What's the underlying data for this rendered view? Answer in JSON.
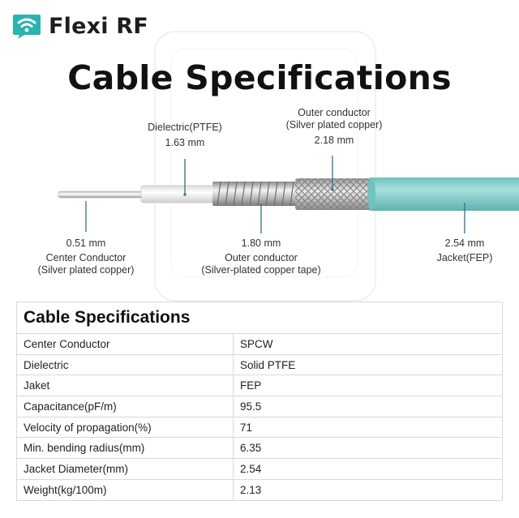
{
  "brand": {
    "name": "Flexi RF",
    "accent_color": "#2ab3b0",
    "icon": "wifi-signal-icon"
  },
  "title": "Cable Specifications",
  "cable_labels": {
    "dielectric": {
      "line1": "Dielectric(PTFE)",
      "line2": "1.63 mm"
    },
    "outer_braid": {
      "line1": "Outer conductor",
      "line2": "(Silver plated copper)",
      "line3": "2.18 mm"
    },
    "center": {
      "line1": "0.51 mm",
      "line2": "Center Conductor",
      "line3": "(Silver plated copper)"
    },
    "outer_tape": {
      "line1": "1.80 mm",
      "line2": "Outer conductor",
      "line3": "(Silver-plated copper tape)"
    },
    "jacket": {
      "line1": "2.54 mm",
      "line2": "Jacket(FEP)"
    }
  },
  "jacket_color": "#7fcfcb",
  "table": {
    "heading": "Cable Specifications",
    "rows": [
      {
        "key": "Center Conductor",
        "value": "SPCW"
      },
      {
        "key": "Dielectric",
        "value": "Solid PTFE"
      },
      {
        "key": "Jaket",
        "value": "FEP"
      },
      {
        "key": "Capacitance(pF/m)",
        "value": "95.5"
      },
      {
        "key": "Velocity of propagation(%)",
        "value": "71"
      },
      {
        "key": "Min. bending radius(mm)",
        "value": "6.35"
      },
      {
        "key": "Jacket Diameter(mm)",
        "value": "2.54"
      },
      {
        "key": "Weight(kg/100m)",
        "value": "2.13"
      }
    ]
  }
}
